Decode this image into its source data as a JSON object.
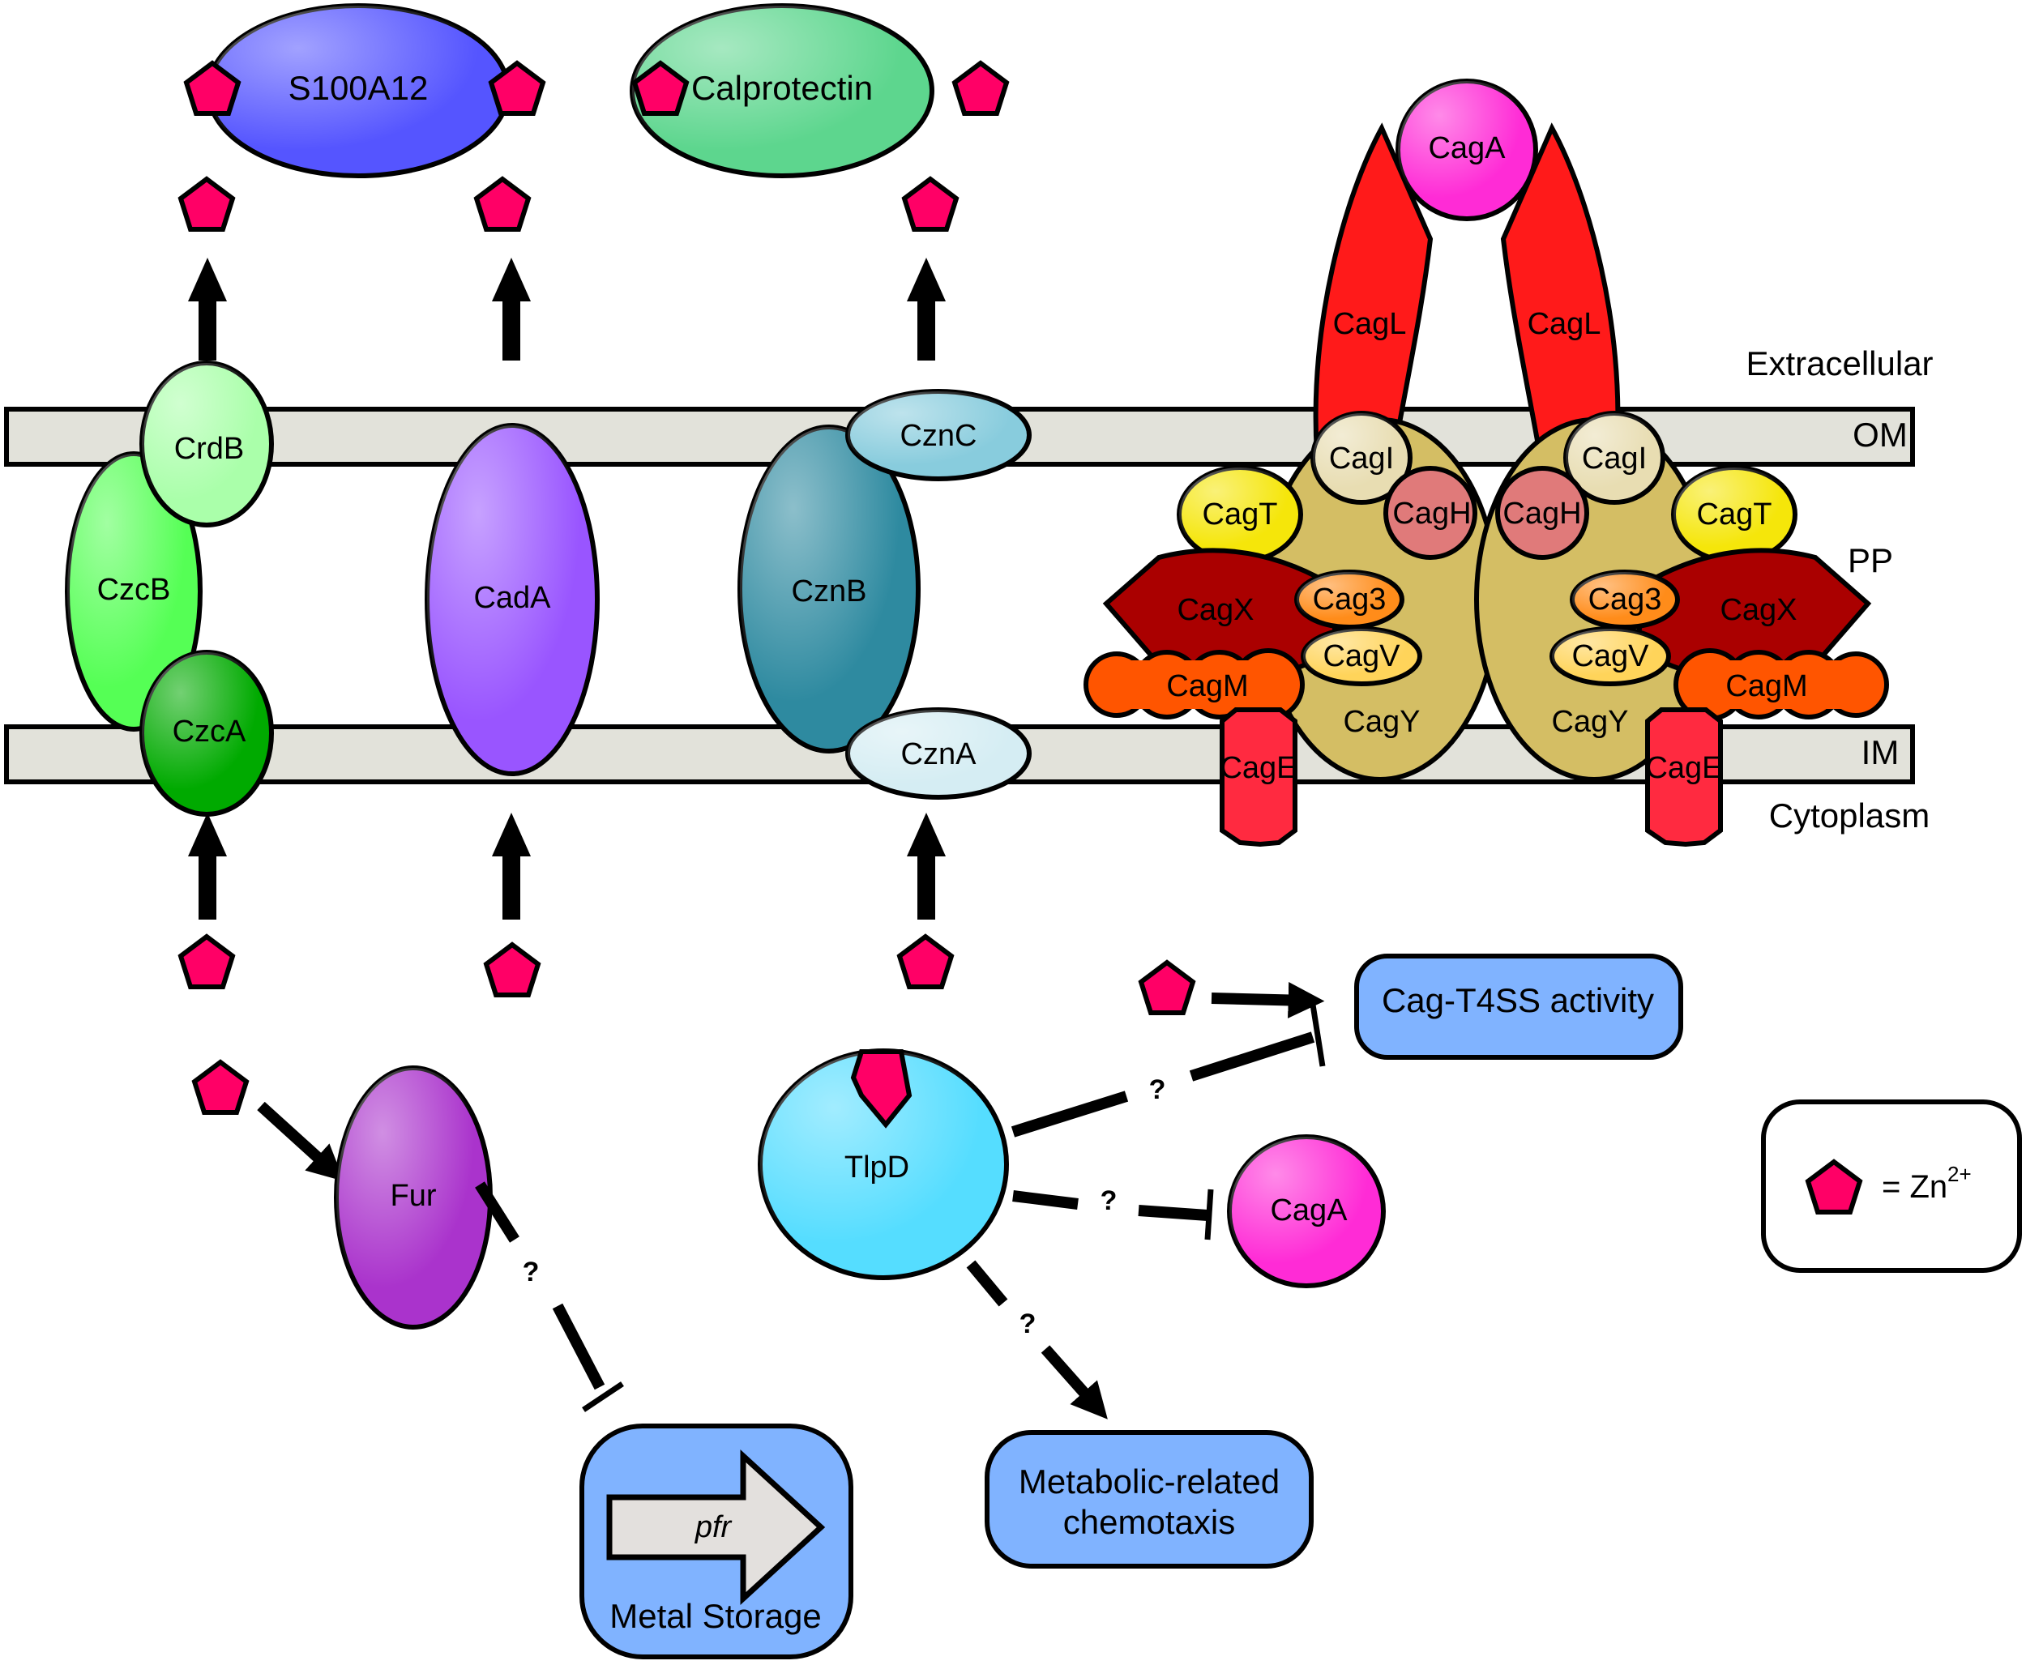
{
  "colors": {
    "zinc": "#FF0066",
    "membrane": "#E2E2DA",
    "S100A12": "#5555FF",
    "Calprotectin": "#5DD68E",
    "CrdB": "#AAFFAA",
    "CzcB": "#55FF55",
    "CzcA": "#00AA00",
    "CadA": "#9955FF",
    "CznB": "#2E8AA0",
    "CznC": "#88CCDD",
    "CznA": "#D5EDF3",
    "CagA": "#FF2BD6",
    "CagL": "#FF1A1A",
    "CagY": "#D4BE64",
    "CagI": "#E8DDB2",
    "CagH": "#E07A7A",
    "CagT": "#F5E60A",
    "CagX": "#AA0000",
    "Cag3": "#FF8C1A",
    "CagV": "#FFD45A",
    "CagM": "#FF5500",
    "CagE": "#FF2A40",
    "TlpD": "#55DDFF",
    "Fur": "#AA33CC",
    "outcome_box": "#80B3FF",
    "pfr_arrow": "#E3E0DD"
  },
  "compartments": {
    "extracellular": "Extracellular",
    "outer_membrane": "OM",
    "periplasm": "PP",
    "inner_membrane": "IM",
    "cytoplasm": "Cytoplasm"
  },
  "host_proteins": {
    "s100a12": "S100A12",
    "calprotectin": "Calprotectin"
  },
  "transporters": {
    "crdb": "CrdB",
    "czcb": "CzcB",
    "czca": "CzcA",
    "cada": "CadA",
    "czcn_c": "CznC",
    "czcn_b": "CznB",
    "czcn_a": "CznA"
  },
  "t4ss": {
    "caga": "CagA",
    "cagl": "CagL",
    "cagi": "CagI",
    "cagh": "CagH",
    "cagt": "CagT",
    "cagx": "CagX",
    "cag3": "Cag3",
    "cagv": "CagV",
    "cagm": "CagM",
    "cagy": "CagY",
    "cage": "CagE"
  },
  "regulators": {
    "fur": "Fur",
    "tlpd": "TlpD",
    "caga": "CagA"
  },
  "outcomes": {
    "cag_t4ss": "Cag-T4SS activity",
    "chemotaxis_line1": "Metabolic-related",
    "chemotaxis_line2": "chemotaxis",
    "pfr_gene": "pfr",
    "metal_storage": "Metal Storage"
  },
  "unknown_mark": "?",
  "legend": {
    "equals": "= Zn",
    "superscript": "2+"
  }
}
